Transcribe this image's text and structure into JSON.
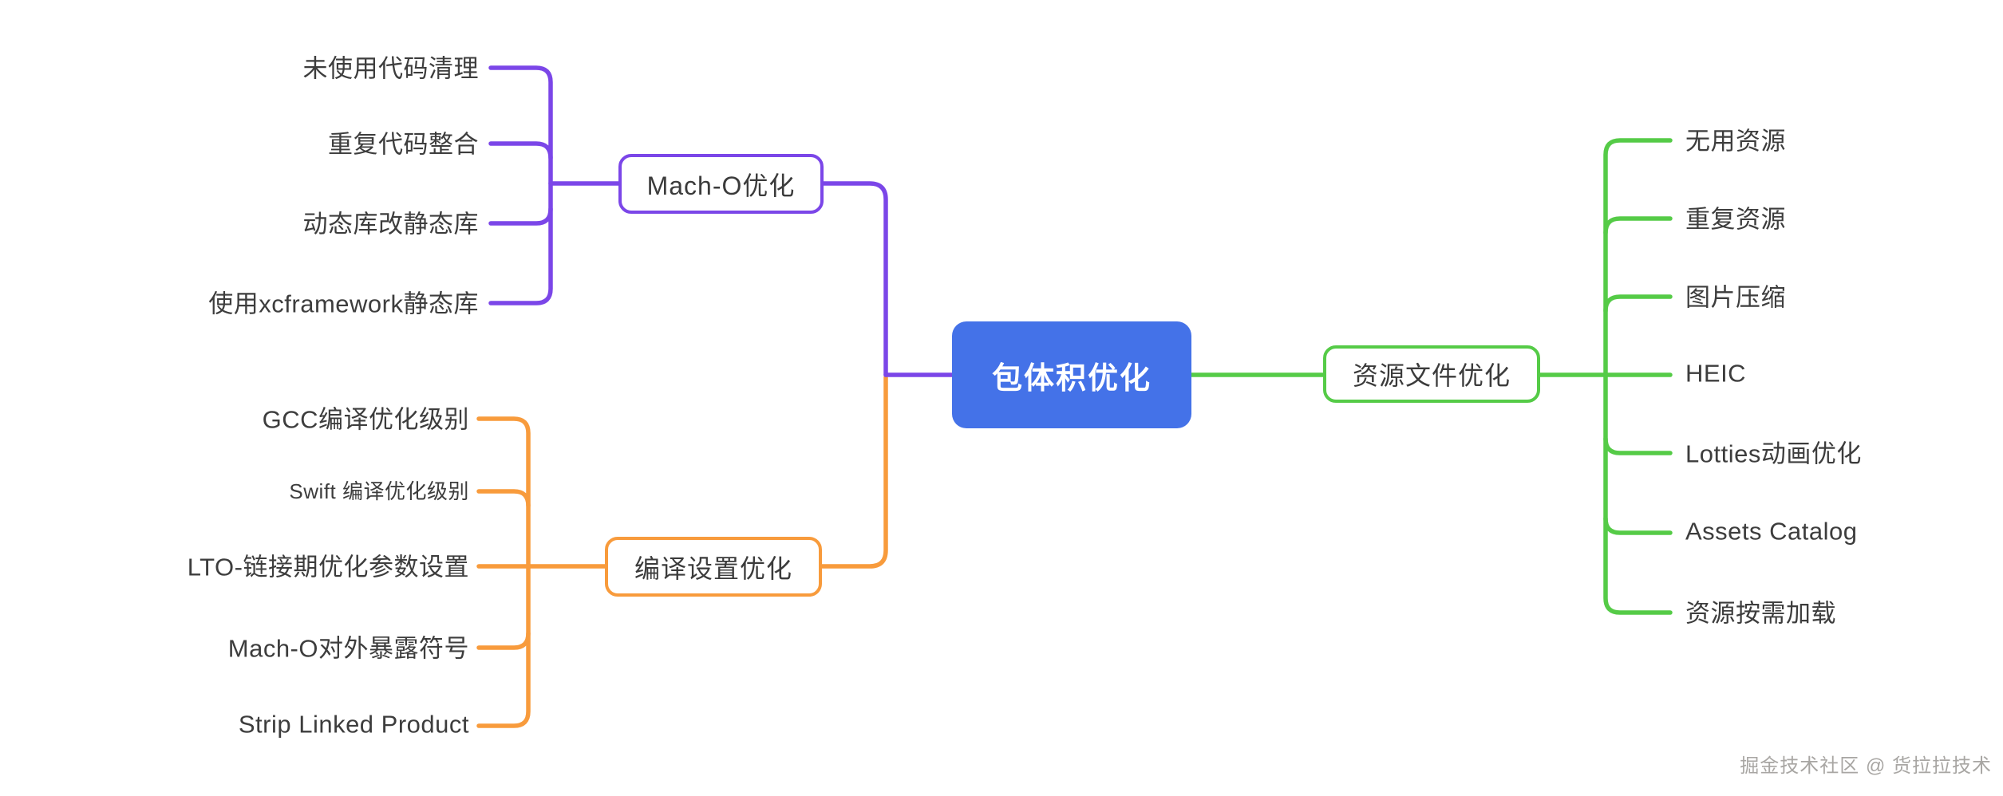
{
  "canvas": {
    "background": "#ffffff"
  },
  "watermark": "掘金技术社区 @ 货拉拉技术",
  "colors": {
    "root_fill": "#4472E8",
    "root_text": "#ffffff",
    "mach_o_branch": "#7B46E8",
    "compile_branch": "#F89B3C",
    "resource_branch": "#55CB47",
    "label_text": "#3d3d3d"
  },
  "mindmap": {
    "root": {
      "label": "包体积优化"
    },
    "branches": [
      {
        "id": "mach-o",
        "label": "Mach-O优化",
        "color": "#7B46E8",
        "side": "left",
        "children": [
          "未使用代码清理",
          "重复代码整合",
          "动态库改静态库",
          "使用xcframework静态库"
        ]
      },
      {
        "id": "compile-settings",
        "label": "编译设置优化",
        "color": "#F89B3C",
        "side": "left",
        "children": [
          "GCC编译优化级别",
          "Swift 编译优化级别",
          "LTO-链接期优化参数设置",
          "Mach-O对外暴露符号",
          "Strip Linked Product"
        ]
      },
      {
        "id": "resource-files",
        "label": "资源文件优化",
        "color": "#55CB47",
        "side": "right",
        "children": [
          "无用资源",
          "重复资源",
          "图片压缩",
          "HEIC",
          "Lotties动画优化",
          "Assets Catalog",
          "资源按需加载"
        ]
      }
    ]
  }
}
